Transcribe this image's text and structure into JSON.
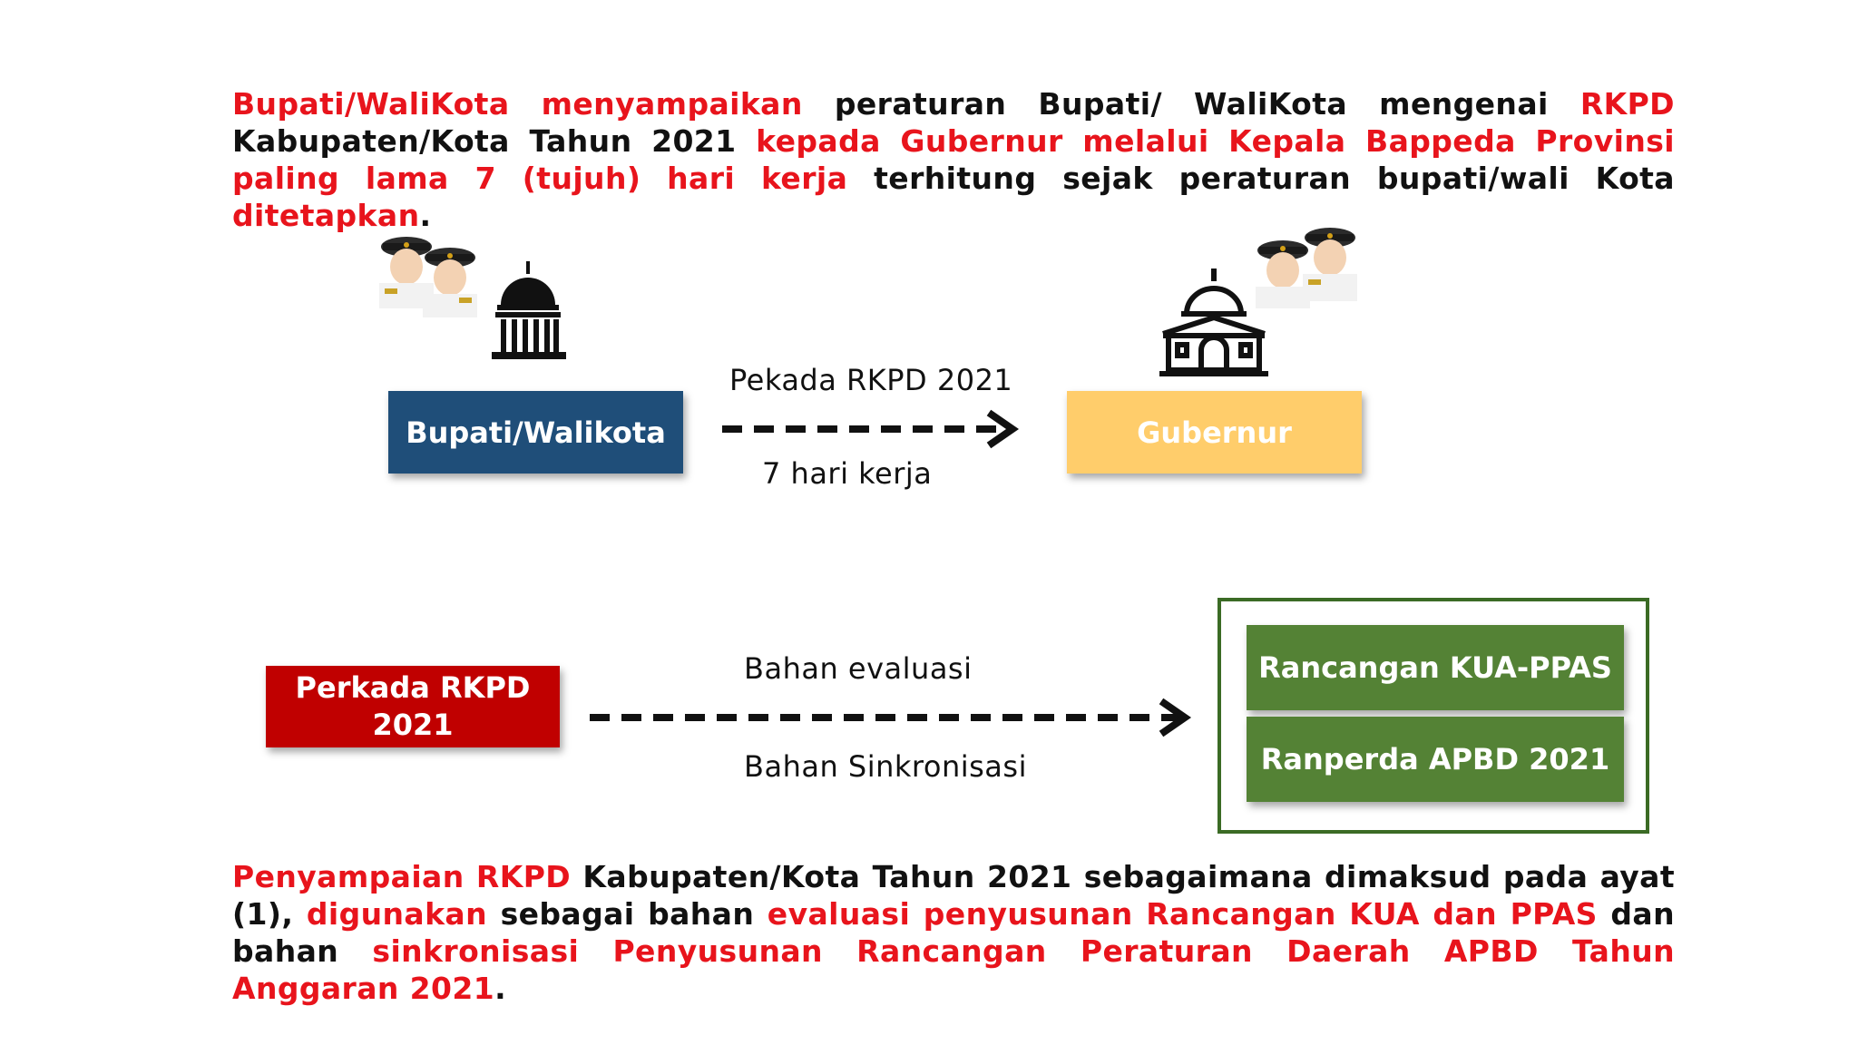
{
  "top_paragraph": {
    "segments": [
      {
        "text": "Bupati/WaliKota menyampaikan",
        "color": "red"
      },
      {
        "text": " peraturan Bupati/ WaliKota mengenai ",
        "color": "black"
      },
      {
        "text": "RKPD",
        "color": "red"
      },
      {
        "text": " Kabupaten/Kota Tahun 2021 ",
        "color": "black"
      },
      {
        "text": "kepada Gubernur melalui Kepala Bappeda Provinsi paling lama 7 (tujuh) hari kerja",
        "color": "red"
      },
      {
        "text": " terhitung sejak peraturan bupati/wali Kota ",
        "color": "black"
      },
      {
        "text": "ditetapkan",
        "color": "red"
      },
      {
        "text": ".",
        "color": "black"
      }
    ]
  },
  "flow_top": {
    "from_label": "Bupati/Walikota",
    "to_label": "Gubernur",
    "arrow_label_above": "Pekada RKPD 2021",
    "arrow_label_below": "7 hari kerja"
  },
  "flow_bottom": {
    "from_label_line1": "Perkada RKPD",
    "from_label_line2": "2021",
    "arrow_label_above": "Bahan evaluasi",
    "arrow_label_below": "Bahan Sinkronisasi",
    "target_1": "Rancangan KUA-PPAS",
    "target_2": "Ranperda APBD 2021"
  },
  "bottom_paragraph": {
    "segments": [
      {
        "text": "Penyampaian RKPD",
        "color": "red"
      },
      {
        "text": " Kabupaten/Kota Tahun 2021 sebagaimana dimaksud pada ayat (1), ",
        "color": "black"
      },
      {
        "text": "digunakan",
        "color": "red"
      },
      {
        "text": " sebagai bahan ",
        "color": "black"
      },
      {
        "text": "evaluasi penyusunan Rancangan KUA dan PPAS",
        "color": "red"
      },
      {
        "text": " dan bahan ",
        "color": "black"
      },
      {
        "text": "sinkronisasi Penyusunan Rancangan Peraturan Daerah APBD Tahun Anggaran 2021",
        "color": "red"
      },
      {
        "text": ".",
        "color": "black"
      }
    ]
  },
  "colors": {
    "red_text": "#e8141c",
    "bupati_box": "#1f4e79",
    "gubernur_box": "#ffcd6b",
    "perkada_box": "#c00000",
    "green_box": "#548235",
    "green_frame": "#3b6b25"
  },
  "icons": [
    "officials-illustration",
    "capitol-building-icon",
    "government-building-icon"
  ]
}
